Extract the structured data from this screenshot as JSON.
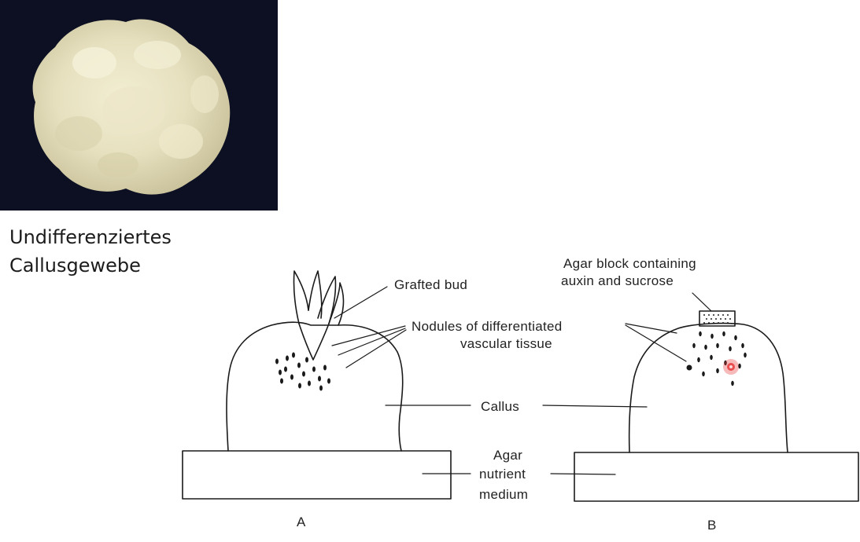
{
  "photo": {
    "caption_lines": [
      "Undifferenziertes",
      "Callusgewebe"
    ]
  },
  "diagram": {
    "labels": {
      "grafted_bud": "Grafted bud",
      "nodules_line1": "Nodules of differentiated",
      "nodules_line2": "vascular tissue",
      "agar_block_line1": "Agar block containing",
      "agar_block_line2": "auxin and sucrose",
      "callus": "Callus",
      "agar_line1": "Agar",
      "agar_line2": "nutrient",
      "agar_line3": "medium",
      "panel_a": "A",
      "panel_b": "B"
    }
  },
  "colors": {
    "photo_background": "#0c1022",
    "callus_tissue": "#e9e4c6",
    "pointer_highlight": "#e83a3a"
  }
}
